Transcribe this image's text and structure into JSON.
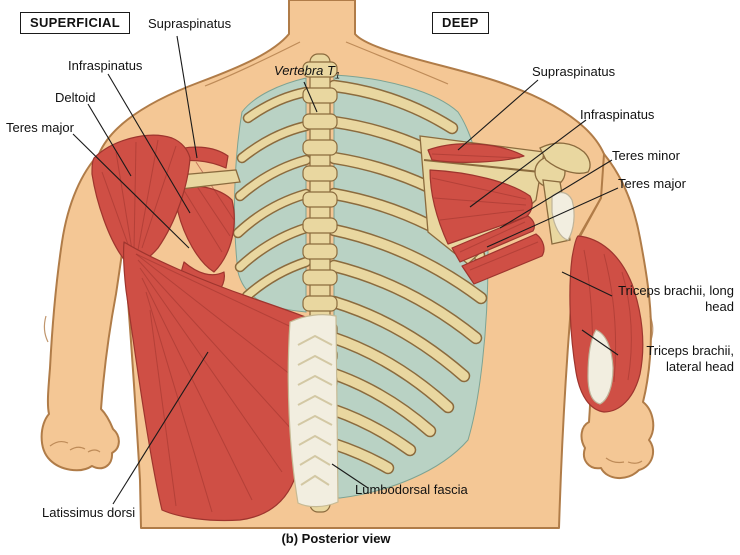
{
  "figure": {
    "view_labels": {
      "superficial": "SUPERFICIAL",
      "deep": "DEEP"
    },
    "caption": "(b) Posterior view",
    "left_labels": {
      "supraspinatus": "Supraspinatus",
      "infraspinatus": "Infraspinatus",
      "deltoid": "Deltoid",
      "teres_major": "Teres major",
      "latissimus_dorsi": "Latissimus dorsi"
    },
    "center_labels": {
      "vertebra": "Vertebra T",
      "vertebra_sub": "1",
      "lumbodorsal_fascia": "Lumbodorsal fascia"
    },
    "right_labels": {
      "supraspinatus": "Supraspinatus",
      "infraspinatus": "Infraspinatus",
      "teres_minor": "Teres minor",
      "teres_major": "Teres major",
      "triceps_long_head": "Triceps brachii, long head",
      "triceps_lateral_head": "Triceps brachii, lateral head"
    },
    "colors": {
      "muscle": "#cf4f45",
      "muscle_dark": "#9e352e",
      "bone": "#e9d7a0",
      "bone_outline": "#8b6b3e",
      "skin": "#f4c795",
      "skin_outline": "#b07c48",
      "cartilage": "#b9d2c4",
      "fascia": "#f2eee0",
      "line": "#1a1a1a"
    }
  }
}
